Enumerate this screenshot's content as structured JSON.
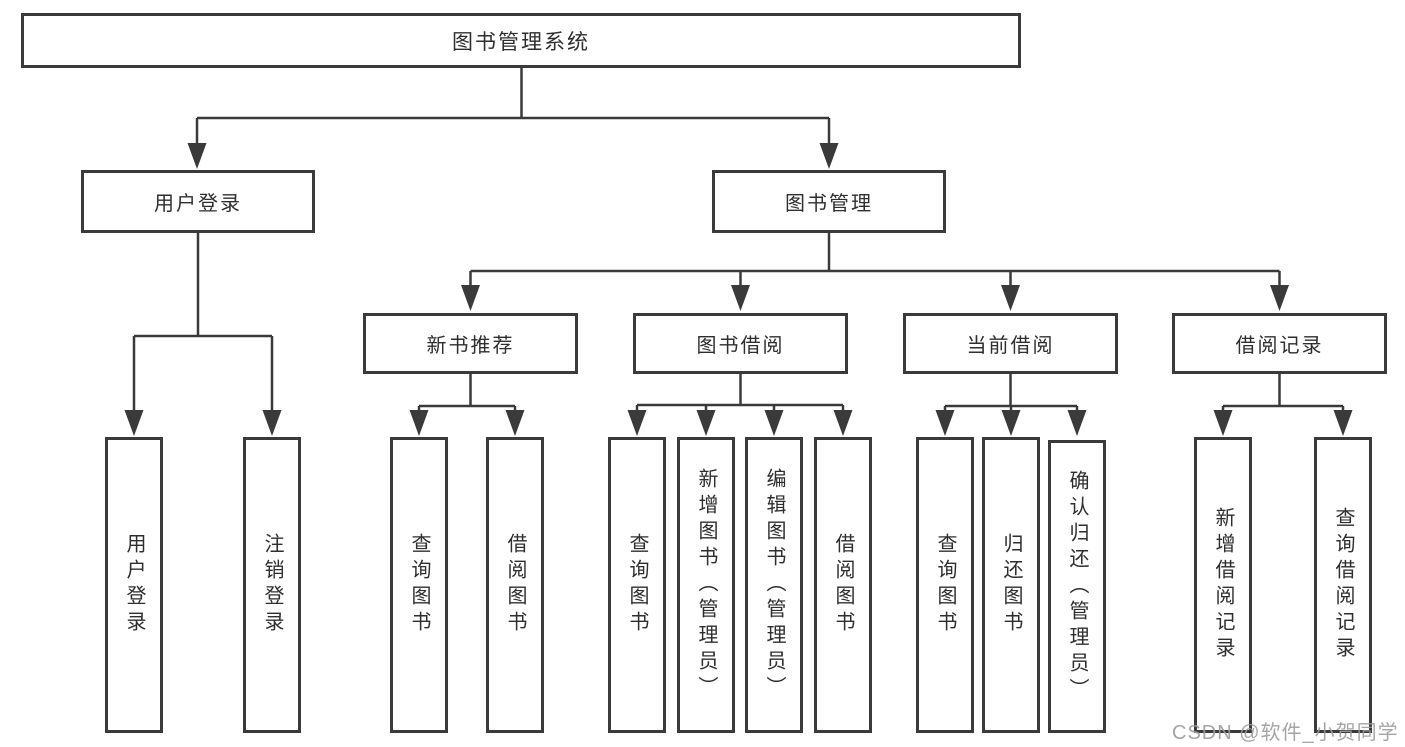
{
  "diagram_title": "图书管理系统",
  "tree": {
    "root": {
      "label": "图书管理系统",
      "children": [
        {
          "label": "用户登录",
          "children": [
            {
              "label": "用户登录"
            },
            {
              "label": "注销登录"
            }
          ]
        },
        {
          "label": "图书管理",
          "children": [
            {
              "label": "新书推荐",
              "children": [
                {
                  "label": "查询图书"
                },
                {
                  "label": "借阅图书"
                }
              ]
            },
            {
              "label": "图书借阅",
              "children": [
                {
                  "label": "查询图书"
                },
                {
                  "label": "新增图书（管理员）"
                },
                {
                  "label": "编辑图书（管理员）"
                },
                {
                  "label": "借阅图书"
                }
              ]
            },
            {
              "label": "当前借阅",
              "children": [
                {
                  "label": "查询图书"
                },
                {
                  "label": "归还图书"
                },
                {
                  "label": "确认归还（管理员）"
                }
              ]
            },
            {
              "label": "借阅记录",
              "children": [
                {
                  "label": "新增借阅记录"
                },
                {
                  "label": "查询借阅记录"
                }
              ]
            }
          ]
        }
      ]
    }
  },
  "watermark": {
    "text": "CSDN @软件_小贺同学"
  },
  "colors": {
    "line": "#3a3a3a",
    "box_border": "#3a3a3a",
    "text": "#2e2e2e",
    "watermark": "#9c9c9c",
    "background": "#ffffff"
  }
}
